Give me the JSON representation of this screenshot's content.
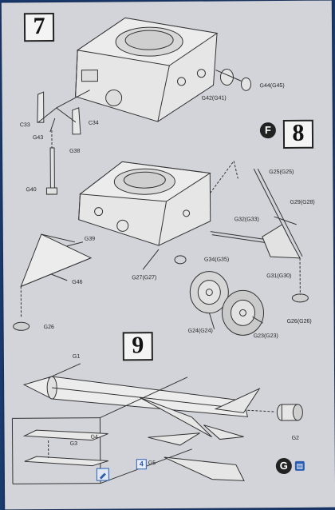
{
  "steps": {
    "s7": "7",
    "s8": "8",
    "s9": "9"
  },
  "markers": {
    "f": "F",
    "g": "G",
    "ref4": "4"
  },
  "labels": {
    "c33": "C33",
    "c34": "C34",
    "g43": "G43",
    "g38": "G38",
    "g40": "G40",
    "g42": "G42(G41)",
    "g44": "G44(G45)",
    "g25": "G25(G25)",
    "g29": "G29(G28)",
    "g32": "G32(G33)",
    "g39": "G39",
    "g34": "G34(G35)",
    "g31": "G31(G30)",
    "g46": "G46",
    "g27": "G27(G27)",
    "g26a": "G26",
    "g26b": "G26(G26)",
    "g24": "G24(G24)",
    "g23": "G23(G23)",
    "g1": "G1",
    "g2": "G2",
    "g3": "G3",
    "g4": "G4",
    "g5": "G5"
  },
  "icons": {
    "camera": "camera-icon",
    "paint": "paint-icon",
    "ref": "reference-icon"
  }
}
